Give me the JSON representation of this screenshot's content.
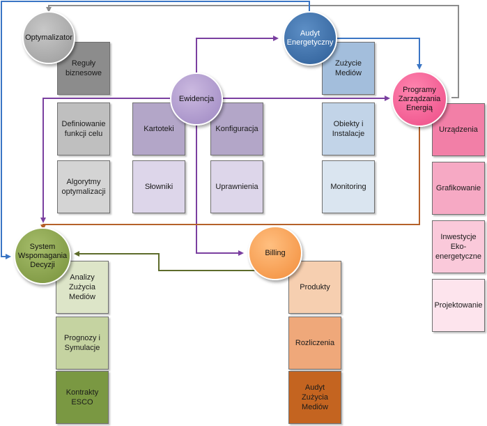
{
  "colors": {
    "gray_line": "#8c8c8c",
    "blue_line": "#3a75c4",
    "purple_line": "#7a3fa0",
    "brown_line": "#b5612a",
    "green_line": "#5d6b2a"
  },
  "nodes": {
    "optymalizator": "Optymalizator",
    "audyt": "Audyt\nEnergetyczny",
    "ewidencja": "Ewidencja",
    "programy": "Programy\nZarządzania\nEnergią",
    "system": "System\nWspomagania\nDecyzji",
    "billing": "Billing"
  },
  "boxes": {
    "reguly": "Reguły\nbiznesowe",
    "definiowanie": "Definiowanie\nfunkcji celu",
    "algorytmy": "Algorytmy\noptymalizacji",
    "kartoteki": "Kartoteki",
    "slowniki": "Słowniki",
    "konfiguracja": "Konfiguracja",
    "uprawnienia": "Uprawnienia",
    "zuzycie": "Zużycie\nMediów",
    "obiekty": "Obiekty i\nInstalacje",
    "monitoring": "Monitoring",
    "urzadzenia": "Urządzenia",
    "grafikowanie": "Grafikowanie",
    "inwestycje": "Inwestycje Eko-\nenergetyczne",
    "projektowanie": "Projektowanie",
    "analizy": "Analizy\nZużycia\nMediów",
    "prognozy": "Prognozy i\nSymulacje",
    "kontrakty": "Kontrakty\nESCO",
    "produkty": "Produkty",
    "rozliczenia": "Rozliczenia",
    "audyt_zuzycia": "Audyt Zużycia\nMediów"
  }
}
